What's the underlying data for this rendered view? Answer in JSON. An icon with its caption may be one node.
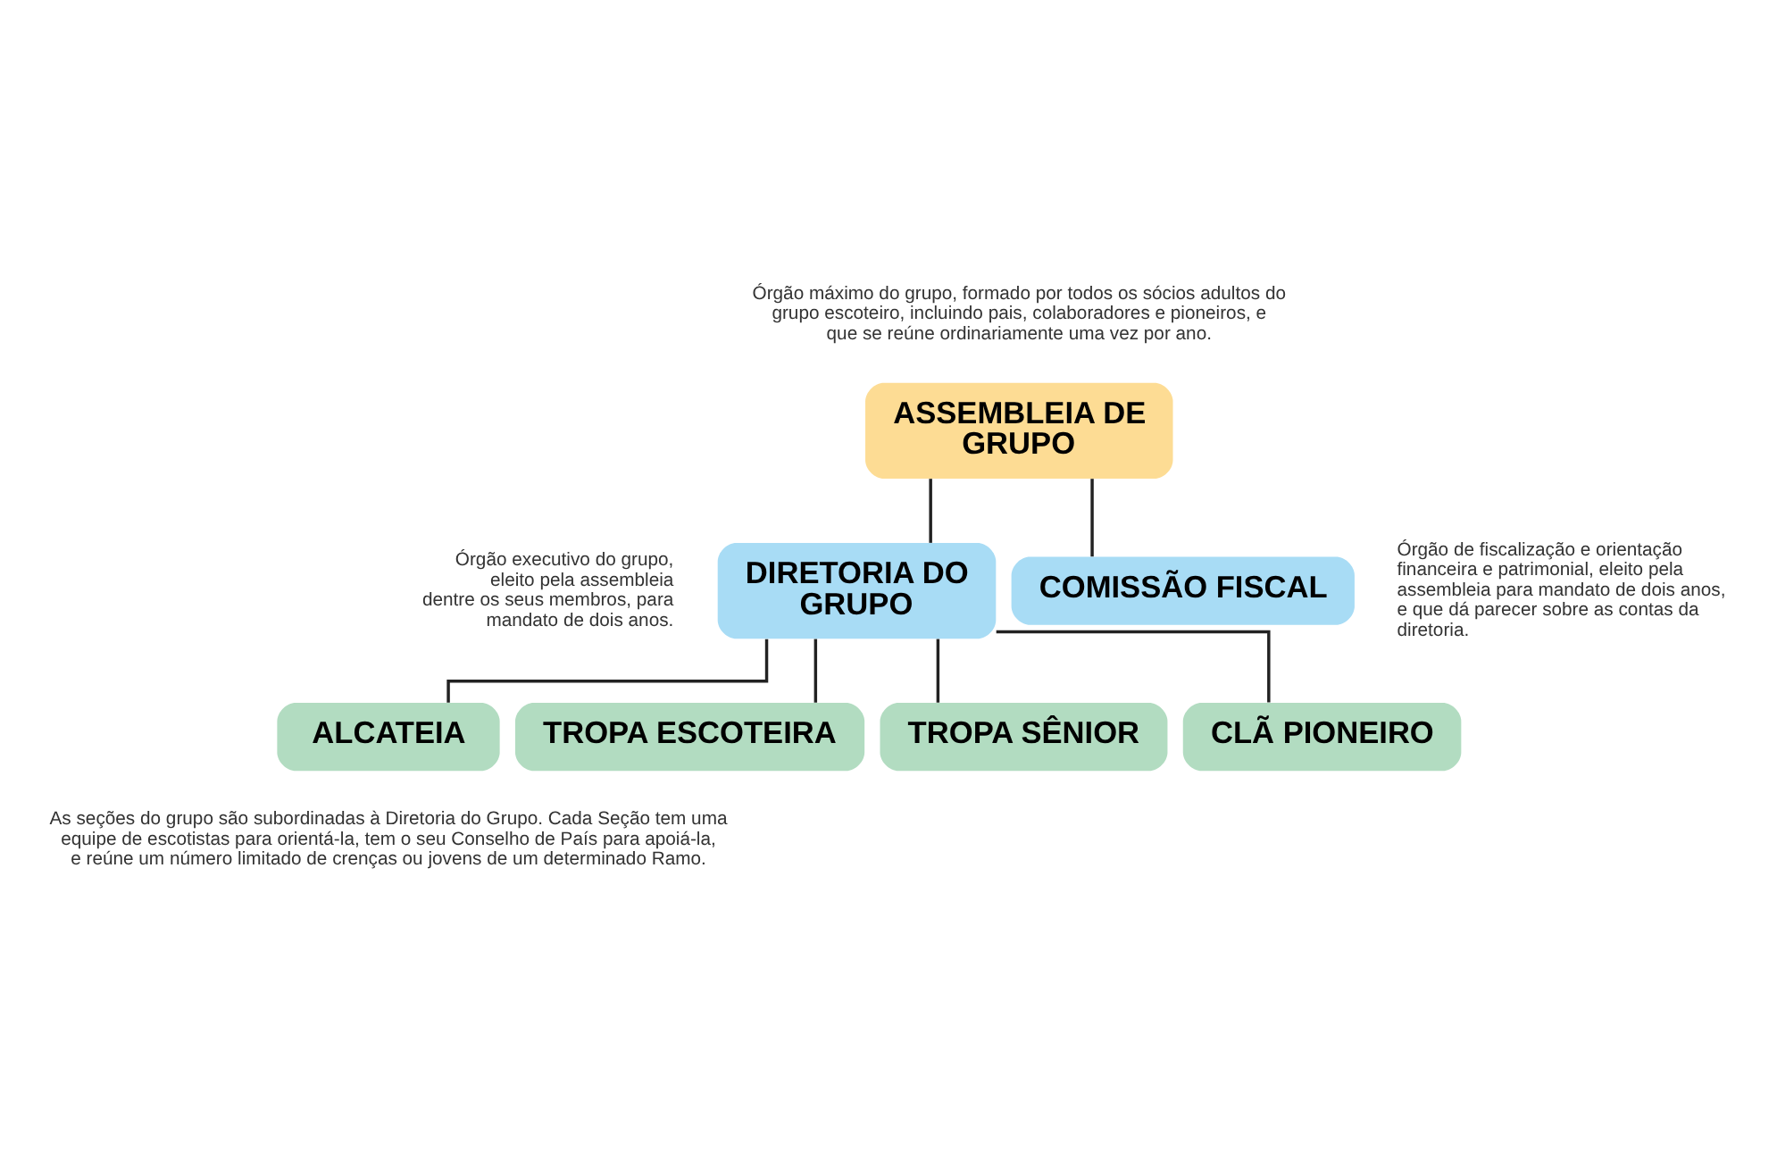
{
  "diagram": {
    "nodes": [
      {
        "text": [
          "ASSEMBLEIA DE GRUPO"
        ],
        "beside": [
          "Órgão máximo do grupo, formado por todos os sócios adultos do grupo escoteiro, incluindo pais, colaboradores e pioneiros, e que se reúne ordinariamente uma vez por ano."
        ]
      },
      {
        "text": [
          "DIRETORIA DO GRUPO"
        ],
        "beside": [
          "Órgão executivo do grupo, eleito pela assembleia dentre os seus membros, para mandato de dois anos."
        ]
      },
      {
        "text": [
          "COMISSÃO FISCAL"
        ],
        "beside": [
          "Órgão de fiscalização e orientação financeira e patrimonial, eleito pela assembleia para mandato de dois anos, e que dá parecer sobre as contas da diretoria."
        ]
      },
      {
        "text": [
          "ALCATEIA"
        ]
      },
      {
        "text": [
          "TROPA ESCOTEIRA"
        ]
      },
      {
        "text": [
          "TROPA SÊNIOR"
        ]
      },
      {
        "text": [
          "CLÃ PIONEIRO"
        ]
      }
    ],
    "edges": [
      {
        "from": 0,
        "to": 1,
        "arrow": "none"
      },
      {
        "from": 0,
        "to": 2,
        "arrow": "none"
      },
      {
        "from": 1,
        "to": 3,
        "arrow": "none"
      },
      {
        "from": 1,
        "to": 4,
        "arrow": "none"
      },
      {
        "from": 1,
        "to": 5,
        "arrow": "none"
      },
      {
        "from": 1,
        "to": 6,
        "arrow": "none"
      }
    ],
    "labels": [
      "As seções do grupo são subordinadas à Diretoria do Grupo. Cada Seção tem uma equipe de escotistas para orientá-la, tem o seu Conselho de País para apoiá-la, e reúne um número limitado de crenças ou jovens de um determinado Ramo."
    ]
  }
}
